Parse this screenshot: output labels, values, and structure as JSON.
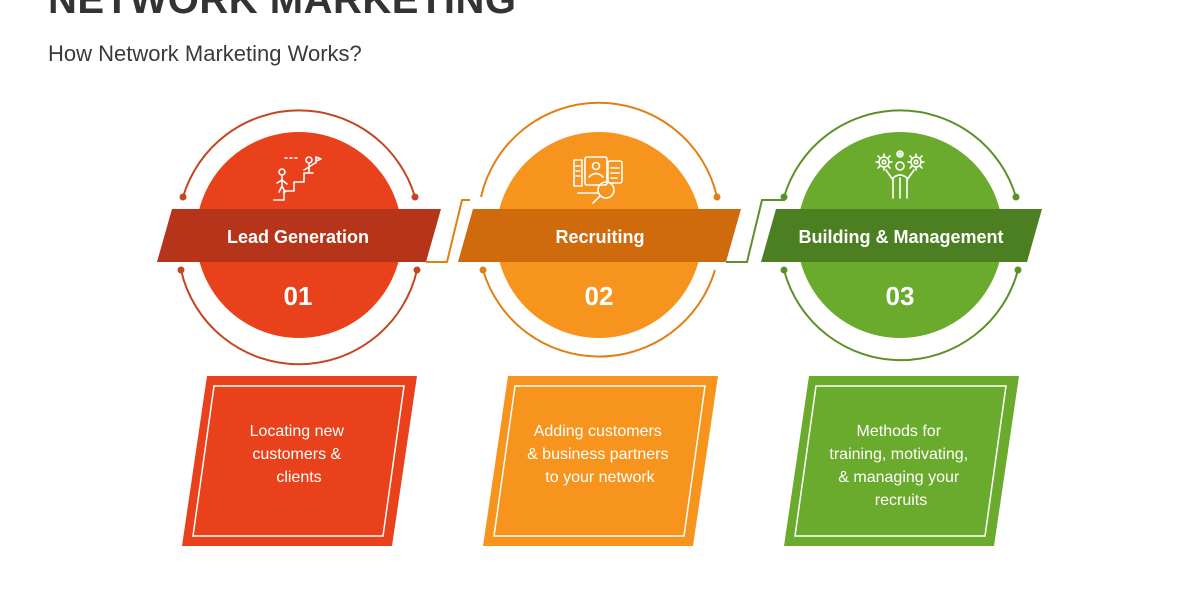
{
  "title": "NETWORK MARKETING",
  "subtitle": "How Network Marketing Works?",
  "steps": [
    {
      "label": "Lead Generation",
      "number": "01",
      "description": [
        "Locating new",
        "customers &",
        "clients"
      ],
      "icon": "growth-steps-icon",
      "colors": {
        "circle": "#e8411b",
        "band": "#b5341a",
        "ring": "#c4451f"
      }
    },
    {
      "label": "Recruiting",
      "number": "02",
      "description": [
        "Adding customers",
        "& business partners",
        "to your network"
      ],
      "icon": "recruiting-profile-icon",
      "colors": {
        "circle": "#f7941d",
        "band": "#d06b0d",
        "ring": "#e07f13"
      }
    },
    {
      "label": "Building & Management",
      "number": "03",
      "description": [
        "Methods for",
        "training, motivating,",
        "& managing your",
        "recruits"
      ],
      "icon": "person-gears-icon",
      "colors": {
        "circle": "#6aaa2c",
        "band": "#4b7f21",
        "ring": "#5b9127"
      }
    }
  ]
}
